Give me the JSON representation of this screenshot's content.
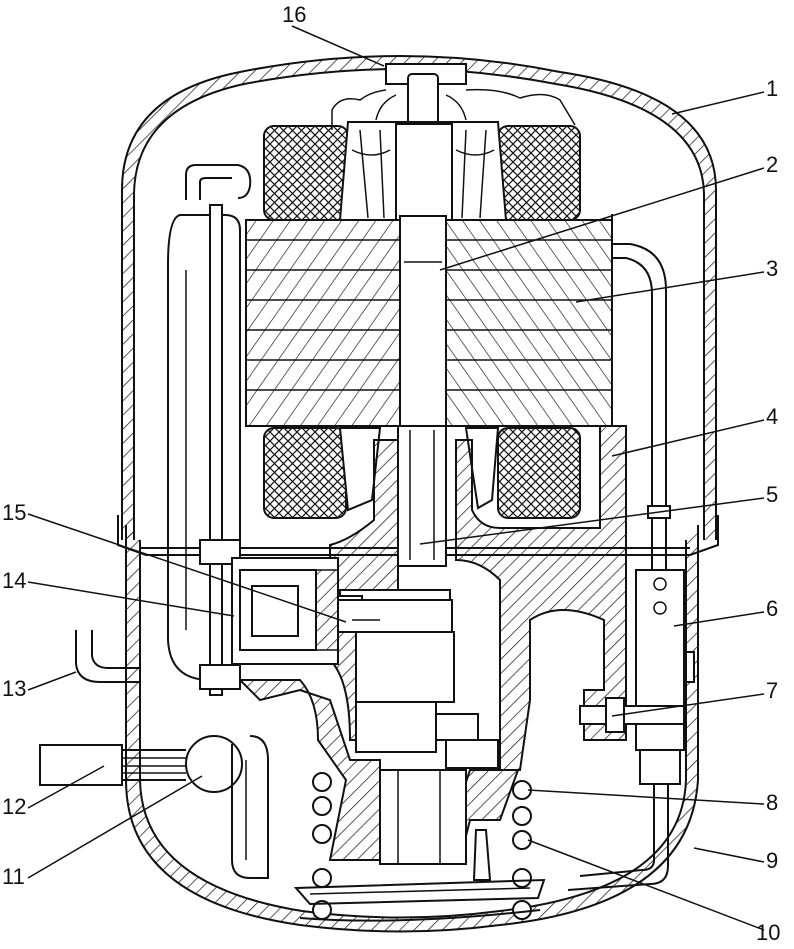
{
  "labels": [
    "1",
    "2",
    "3",
    "4",
    "5",
    "6",
    "7",
    "8",
    "9",
    "10",
    "11",
    "12",
    "13",
    "14",
    "15",
    "16"
  ]
}
